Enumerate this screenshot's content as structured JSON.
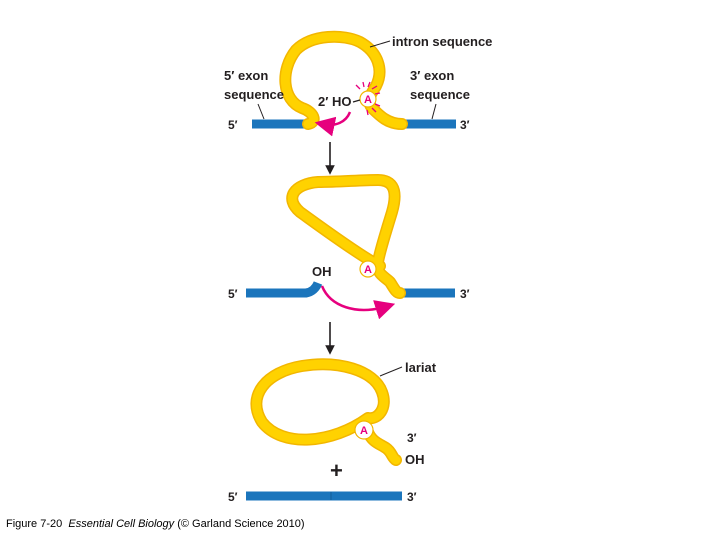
{
  "labels": {
    "intron_sequence": "intron sequence",
    "exon5_line1": "5′ exon",
    "exon5_line2": "sequence",
    "exon3_line1": "3′ exon",
    "exon3_line2": "sequence",
    "two_prime_ho": "2′ HO",
    "adenine": "A",
    "oh": "OH",
    "lariat": "lariat",
    "five_prime": "5′",
    "three_prime": "3′",
    "plus": "+"
  },
  "caption": {
    "figure": "Figure 7-20",
    "book": "Essential Cell Biology",
    "publisher": "(© Garland Science 2010)"
  },
  "colors": {
    "exon": "#1b75bc",
    "intron": "#ffd200",
    "intron_edge": "#f2b600",
    "arrow_magenta": "#e6007e",
    "text": "#231f20"
  }
}
